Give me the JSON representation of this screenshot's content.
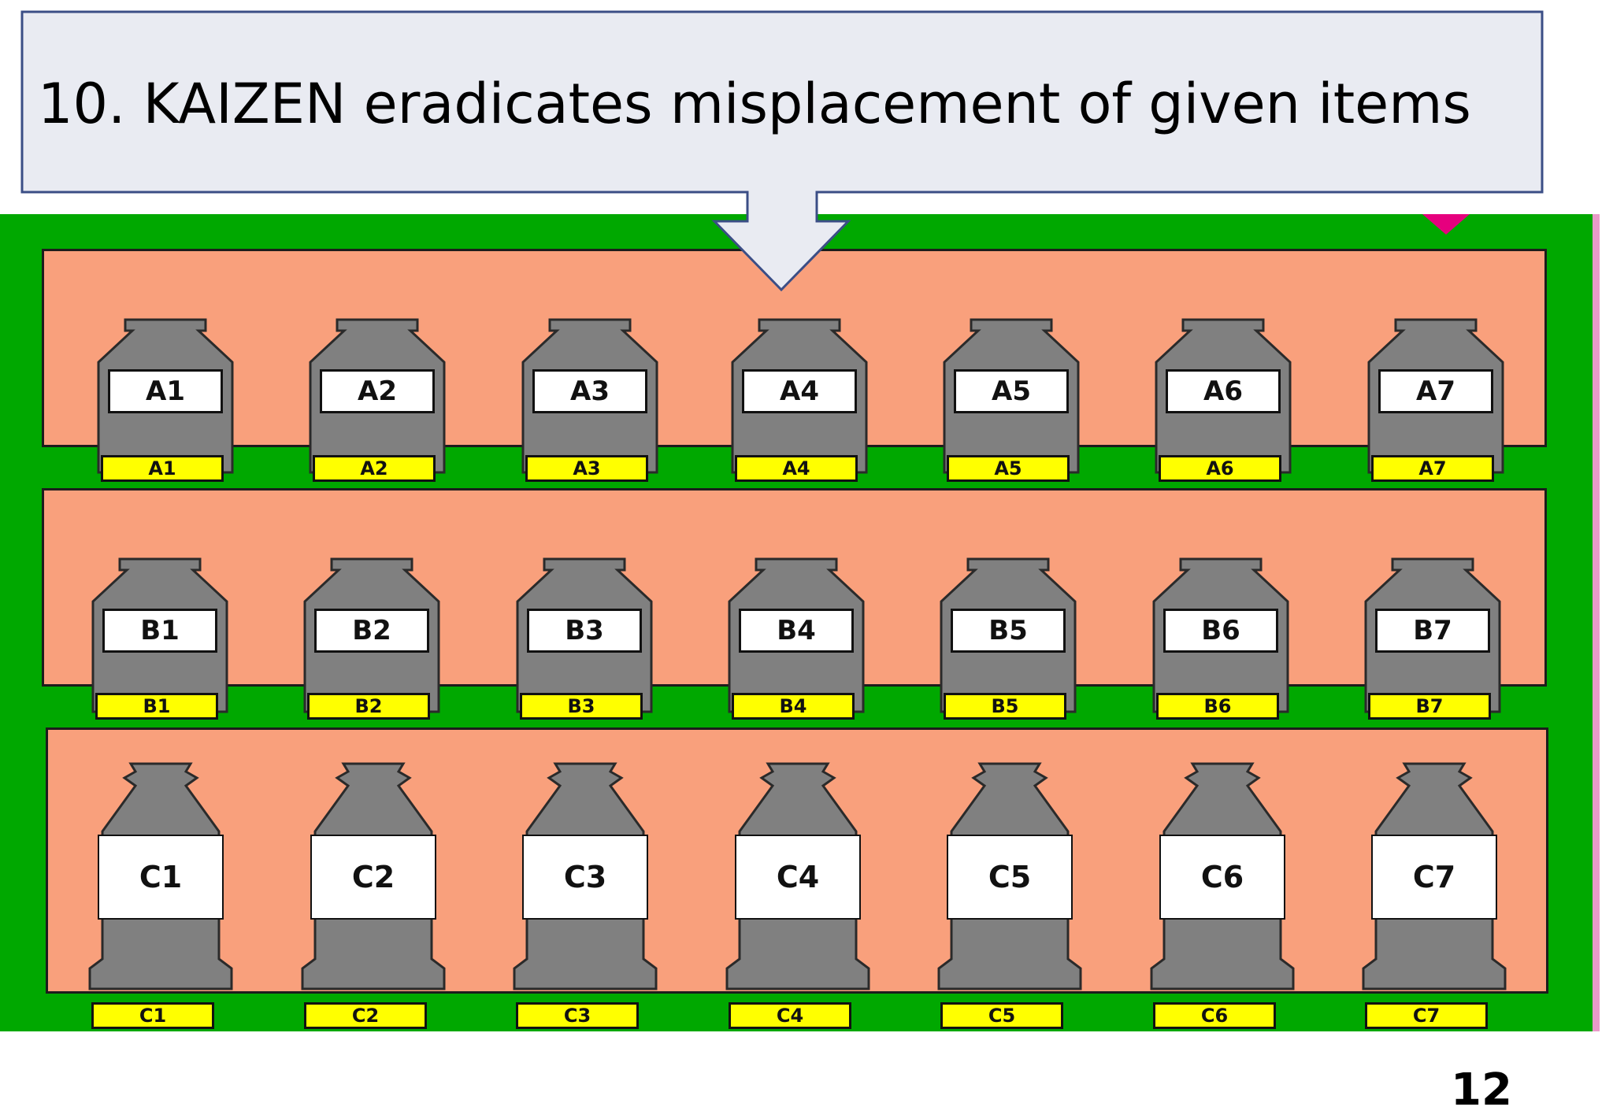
{
  "slide": {
    "title": "10. KAIZEN eradicates misplacement of given items",
    "page_number": "12"
  },
  "colors": {
    "frame": "#00a800",
    "shelf": "#f9a07c",
    "bottle": "#808080",
    "slot_label": "#ffff00",
    "accent": "#e6007e",
    "edge": "#e89bc8"
  },
  "shelves": [
    {
      "id": "a",
      "bottles": [
        "A1",
        "A2",
        "A3",
        "A4",
        "A5",
        "A6",
        "A7"
      ],
      "slots": [
        "A1",
        "A2",
        "A3",
        "A4",
        "A5",
        "A6",
        "A7"
      ]
    },
    {
      "id": "b",
      "bottles": [
        "B1",
        "B2",
        "B3",
        "B4",
        "B5",
        "B6",
        "B7"
      ],
      "slots": [
        "B1",
        "B2",
        "B3",
        "B4",
        "B5",
        "B6",
        "B7"
      ]
    },
    {
      "id": "c",
      "bottles": [
        "C1",
        "C2",
        "C3",
        "C4",
        "C5",
        "C6",
        "C7"
      ],
      "slots": [
        "C1",
        "C2",
        "C3",
        "C4",
        "C5",
        "C6",
        "C7"
      ]
    }
  ]
}
